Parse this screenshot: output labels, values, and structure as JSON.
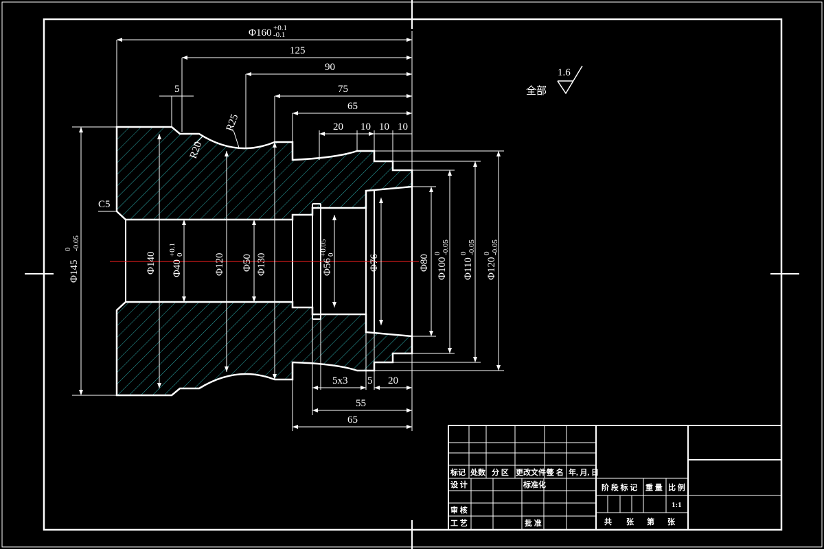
{
  "colors": {
    "background": "#000000",
    "outline": "#ffffff",
    "centerline": "#ff2020",
    "hatch": "#2aa8a8"
  },
  "roughness": {
    "label": "全部",
    "value": "1.6"
  },
  "dims": {
    "d160": "Φ160",
    "d160_tol_up": "+0.1",
    "d160_tol_lo": "-0.1",
    "l125": "125",
    "l90": "90",
    "l75": "75",
    "l65_top": "65",
    "l5_top": "5",
    "l20_top": "20",
    "l10_a": "10",
    "l10_b": "10",
    "l10_c": "10",
    "r25": "R25",
    "r20": "R20",
    "c5": "C5",
    "d145": "Φ145",
    "d145_tol_up": "0",
    "d145_tol_lo": "-0.05",
    "d140": "Φ140",
    "d40": "Φ40",
    "d40_tol_up": "+0.1",
    "d40_tol_lo": "0",
    "d120": "Φ120",
    "d50": "Φ50",
    "d130": "Φ130",
    "d56": "Φ56",
    "d56_tol_up": "+0.05",
    "d56_tol_lo": "0",
    "d76": "Φ76",
    "d80": "Φ80",
    "d100": "Φ100",
    "d100_tol_up": "0",
    "d100_tol_lo": "-0.05",
    "d110": "Φ110",
    "d110_tol_up": "0",
    "d110_tol_lo": "-0.05",
    "d120b": "Φ120",
    "d120b_tol_up": "0",
    "d120b_tol_lo": "-0.05",
    "groove": "5x3",
    "l5_bot": "5",
    "l20_bot": "20",
    "l55": "55",
    "l65_bot": "65"
  },
  "title_block": {
    "mark": "标记",
    "count": "处数",
    "zone": "分 区",
    "doc_no": "更改文件号",
    "sign": "签 名",
    "date": "年, 月, 日",
    "design": "设 计",
    "standard": "标准化",
    "review": "审 核",
    "process": "工 艺",
    "approve": "批 准",
    "stage": "阶 段 标 记",
    "weight": "重 量",
    "ratio": "比 例",
    "scale": "1:1",
    "total": "共",
    "sheets": "张",
    "page": "第",
    "sheets2": "张"
  }
}
